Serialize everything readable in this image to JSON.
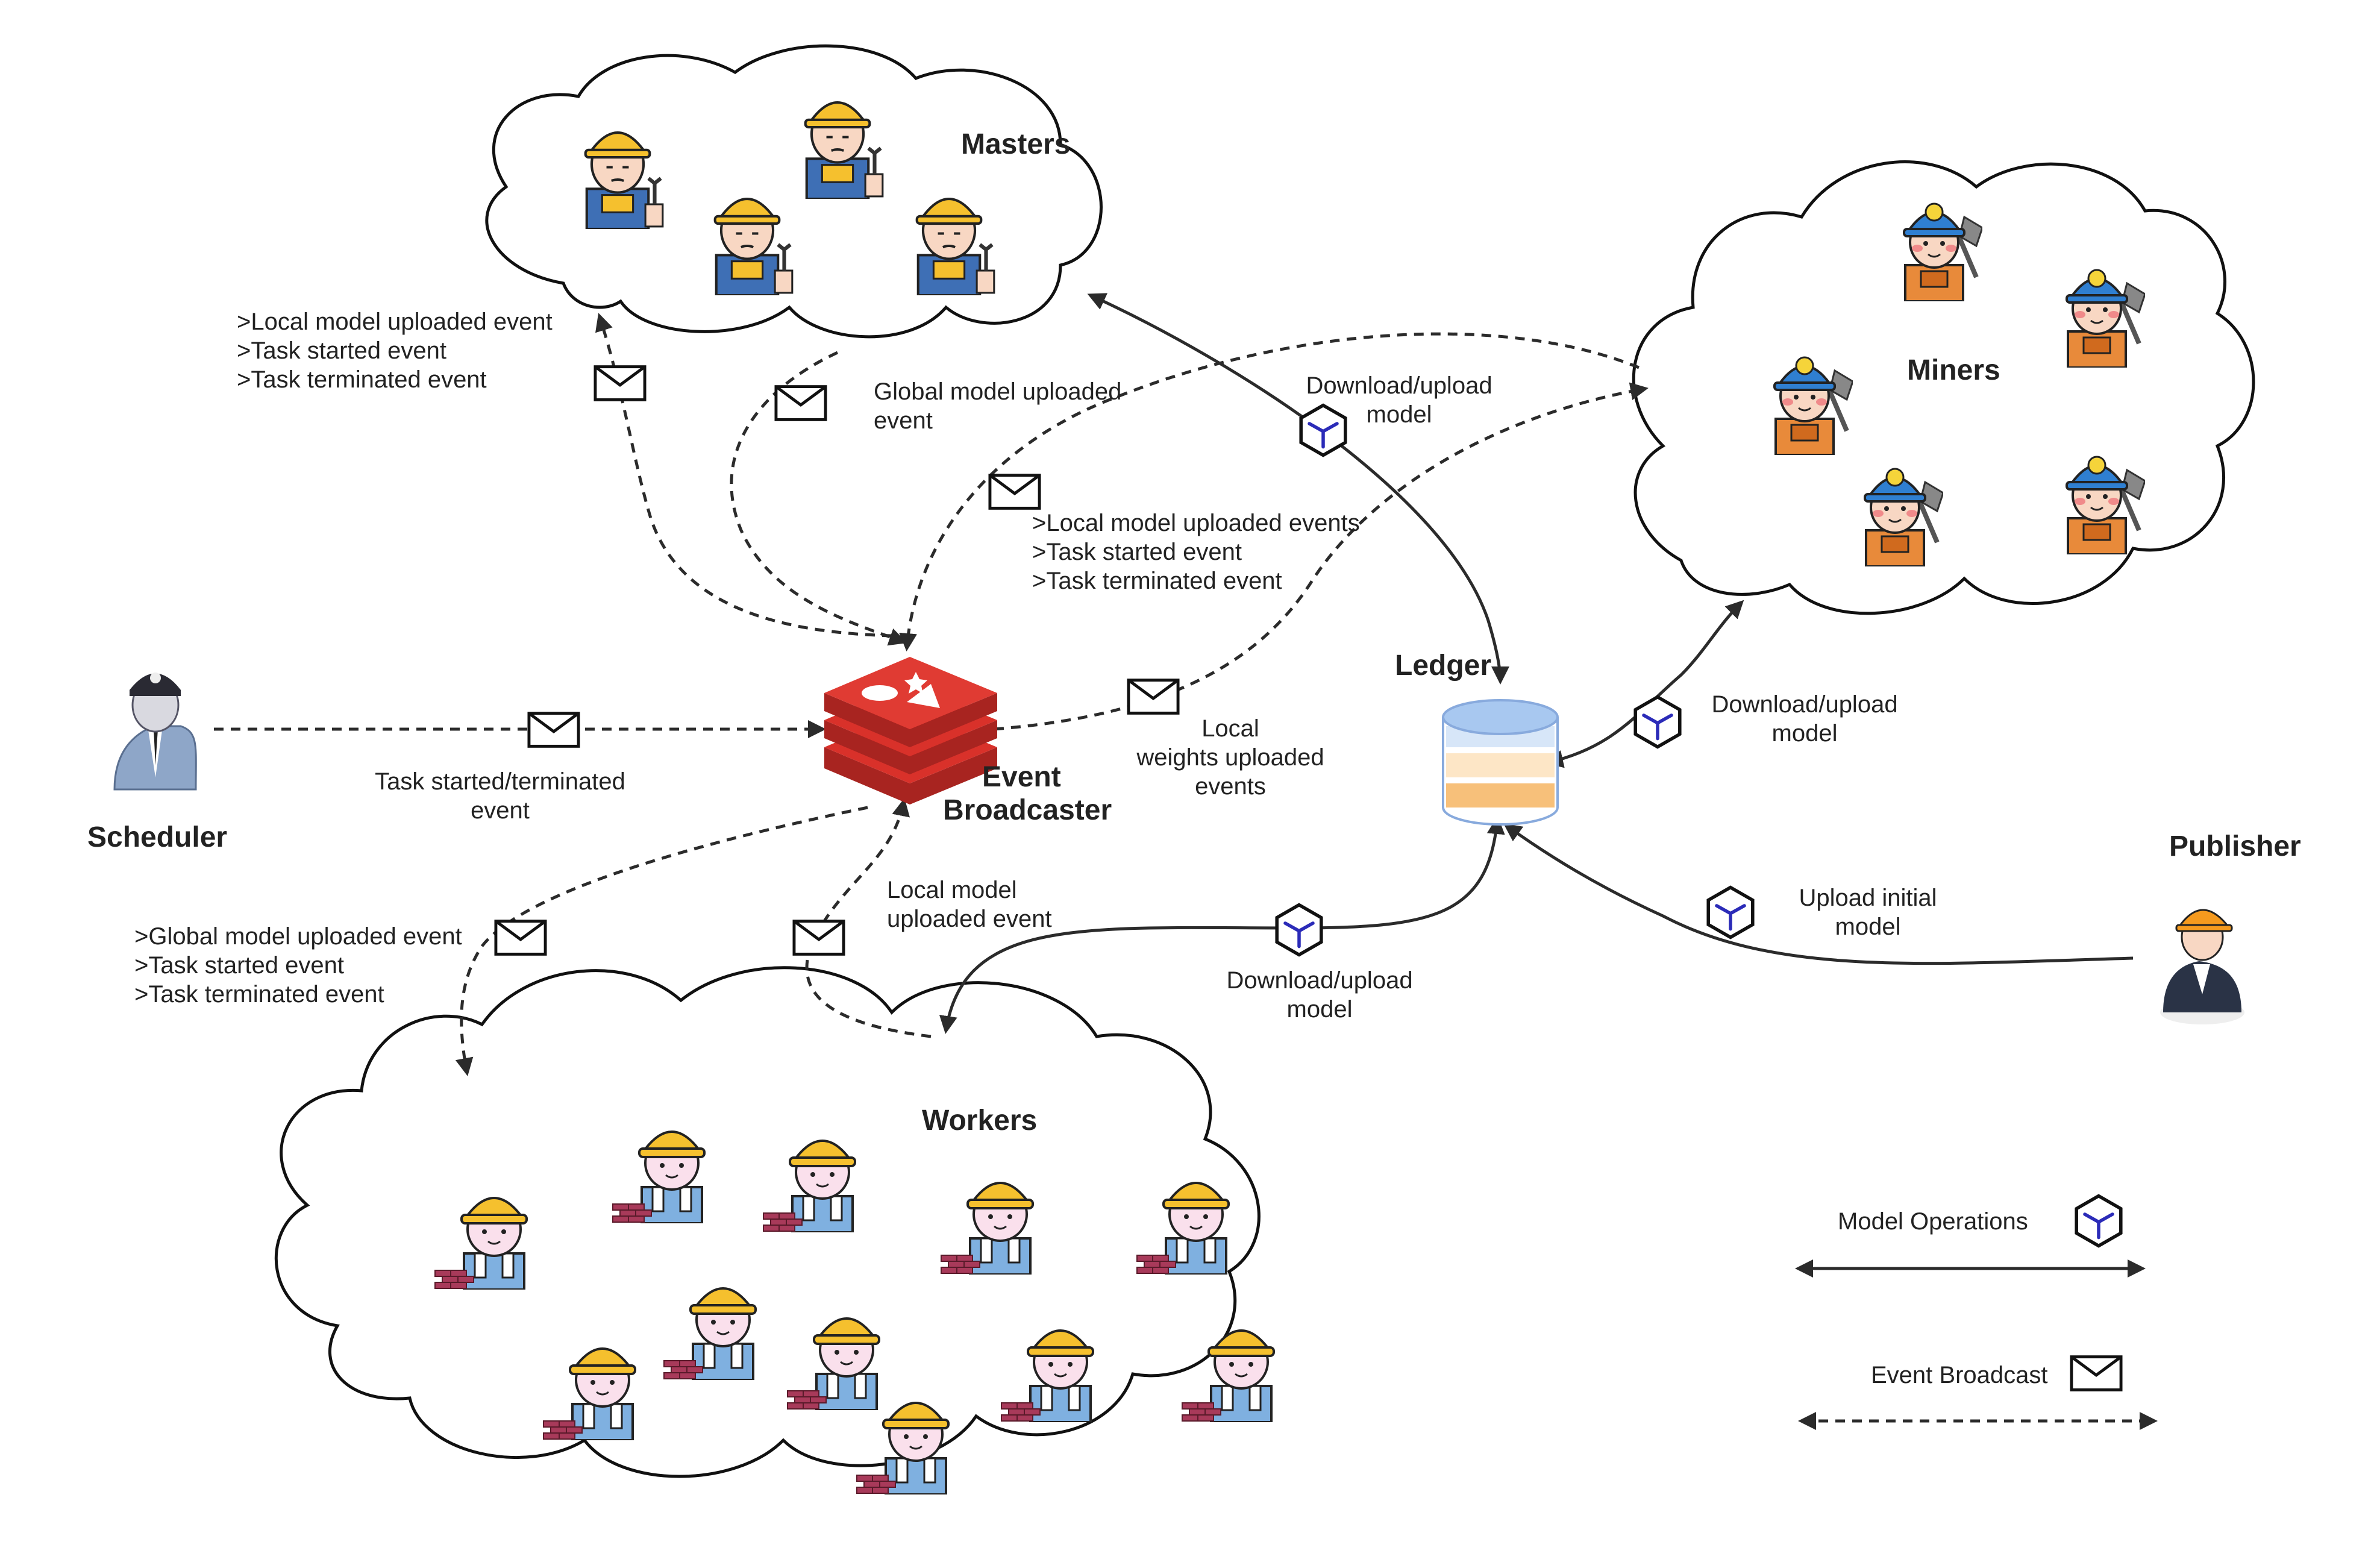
{
  "nodes": {
    "masters": "Masters",
    "miners": "Miners",
    "workers": "Workers",
    "scheduler": "Scheduler",
    "ledger": "Ledger",
    "publisher": "Publisher",
    "broadcaster_line1": "Event",
    "broadcaster_line2": "Broadcaster"
  },
  "labels": {
    "masters_events": [
      ">Local model uploaded event",
      ">Task started event",
      ">Task terminated event"
    ],
    "global_model_uploaded": [
      "Global model uploaded",
      "event"
    ],
    "download_upload_masters": [
      "Download/upload",
      "model"
    ],
    "miners_events": [
      ">Local model uploaded events",
      ">Task started event",
      ">Task terminated event"
    ],
    "task_started_terminated": [
      "Task started/terminated",
      "event"
    ],
    "local_weights_uploaded": [
      "Local",
      "weights uploaded",
      "events"
    ],
    "download_upload_miners": [
      "Download/upload",
      "model"
    ],
    "workers_events": [
      ">Global model uploaded event",
      ">Task started event",
      ">Task terminated event"
    ],
    "local_model_uploaded": [
      "Local model",
      "uploaded event"
    ],
    "download_upload_workers": [
      "Download/upload",
      "model"
    ],
    "upload_initial": [
      "Upload initial",
      "model"
    ]
  },
  "legend": {
    "model_operations": "Model Operations",
    "event_broadcast": "Event Broadcast"
  },
  "colors": {
    "helmet": "#f5c02e",
    "miner_helmet": "#2f7fd1",
    "overalls": "#3e6fb5",
    "miner_shirt": "#e88a3a",
    "skin": "#f8d7c3",
    "redis": "#d9312a",
    "cube": "#2b2bb8",
    "ledger_blue": "#a8c8f0",
    "ledger_orange": "#f7c07a"
  },
  "icons": [
    "envelope-icon",
    "model-cube-icon",
    "ledger-database-icon",
    "redis-stack-icon",
    "master-worker-icon",
    "miner-icon",
    "worker-icon",
    "scheduler-person-icon",
    "publisher-person-icon"
  ]
}
